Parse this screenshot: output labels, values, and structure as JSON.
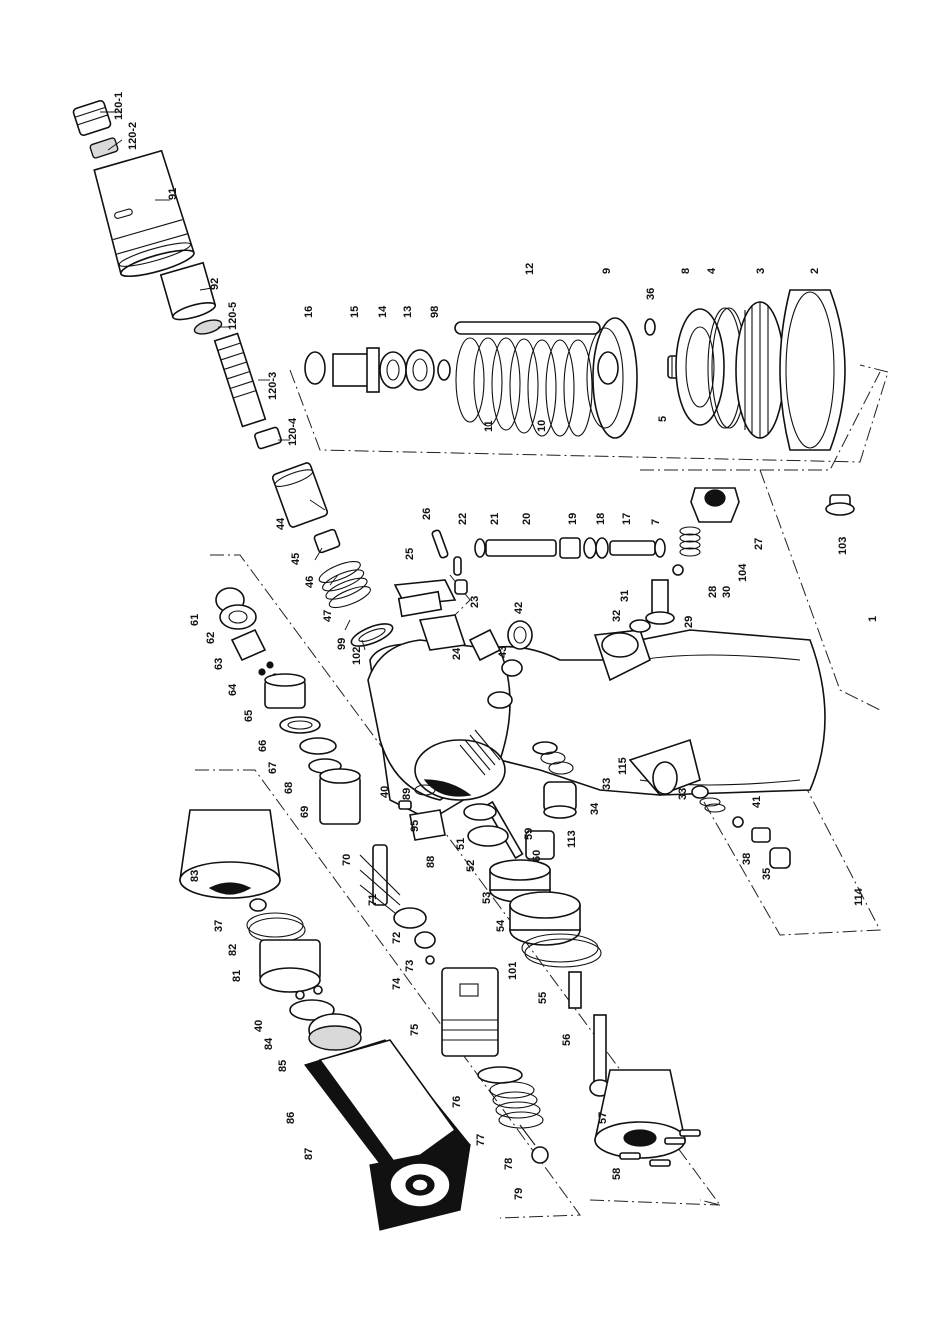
{
  "diagram": {
    "labels": [
      {
        "id": "l1201",
        "text": "120-1"
      },
      {
        "id": "l1202",
        "text": "120-2"
      },
      {
        "id": "l91",
        "text": "91"
      },
      {
        "id": "l92",
        "text": "92"
      },
      {
        "id": "l1205",
        "text": "120-5"
      },
      {
        "id": "l1203",
        "text": "120-3"
      },
      {
        "id": "l1204",
        "text": "120-4"
      },
      {
        "id": "l44",
        "text": "44"
      },
      {
        "id": "l45",
        "text": "45"
      },
      {
        "id": "l46",
        "text": "46"
      },
      {
        "id": "l47",
        "text": "47"
      },
      {
        "id": "l99",
        "text": "99"
      },
      {
        "id": "l102",
        "text": "102"
      },
      {
        "id": "l16",
        "text": "16"
      },
      {
        "id": "l15",
        "text": "15"
      },
      {
        "id": "l14",
        "text": "14"
      },
      {
        "id": "l13",
        "text": "13"
      },
      {
        "id": "l98",
        "text": "98"
      },
      {
        "id": "l12",
        "text": "12"
      },
      {
        "id": "l11",
        "text": "11"
      },
      {
        "id": "l10",
        "text": "10"
      },
      {
        "id": "l9",
        "text": "9"
      },
      {
        "id": "l36",
        "text": "36"
      },
      {
        "id": "l8",
        "text": "8"
      },
      {
        "id": "l4",
        "text": "4"
      },
      {
        "id": "l3",
        "text": "3"
      },
      {
        "id": "l2",
        "text": "2"
      },
      {
        "id": "l5",
        "text": "5"
      },
      {
        "id": "l26",
        "text": "26"
      },
      {
        "id": "l25",
        "text": "25"
      },
      {
        "id": "l22",
        "text": "22"
      },
      {
        "id": "l21",
        "text": "21"
      },
      {
        "id": "l20",
        "text": "20"
      },
      {
        "id": "l19",
        "text": "19"
      },
      {
        "id": "l18",
        "text": "18"
      },
      {
        "id": "l17",
        "text": "17"
      },
      {
        "id": "l7",
        "text": "7"
      },
      {
        "id": "l23",
        "text": "23"
      },
      {
        "id": "l24",
        "text": "24"
      },
      {
        "id": "l42",
        "text": "42"
      },
      {
        "id": "l43",
        "text": "43"
      },
      {
        "id": "l32",
        "text": "32"
      },
      {
        "id": "l31",
        "text": "31"
      },
      {
        "id": "l29",
        "text": "29"
      },
      {
        "id": "l28",
        "text": "28"
      },
      {
        "id": "l30",
        "text": "30"
      },
      {
        "id": "l104",
        "text": "104"
      },
      {
        "id": "l27",
        "text": "27"
      },
      {
        "id": "l103",
        "text": "103"
      },
      {
        "id": "l1",
        "text": "1"
      },
      {
        "id": "l61",
        "text": "61"
      },
      {
        "id": "l62",
        "text": "62"
      },
      {
        "id": "l63",
        "text": "63"
      },
      {
        "id": "l64",
        "text": "64"
      },
      {
        "id": "l65",
        "text": "65"
      },
      {
        "id": "l66",
        "text": "66"
      },
      {
        "id": "l67",
        "text": "67"
      },
      {
        "id": "l68",
        "text": "68"
      },
      {
        "id": "l69",
        "text": "69"
      },
      {
        "id": "l40a",
        "text": "40"
      },
      {
        "id": "l89",
        "text": "89"
      },
      {
        "id": "l95",
        "text": "95"
      },
      {
        "id": "l88",
        "text": "88"
      },
      {
        "id": "l51",
        "text": "51"
      },
      {
        "id": "l52",
        "text": "52"
      },
      {
        "id": "l59",
        "text": "59"
      },
      {
        "id": "l60",
        "text": "60"
      },
      {
        "id": "l113",
        "text": "113"
      },
      {
        "id": "l34",
        "text": "34"
      },
      {
        "id": "l33a",
        "text": "33"
      },
      {
        "id": "l115",
        "text": "115"
      },
      {
        "id": "l33b",
        "text": "33"
      },
      {
        "id": "l41",
        "text": "41"
      },
      {
        "id": "l38",
        "text": "38"
      },
      {
        "id": "l35",
        "text": "35"
      },
      {
        "id": "l114",
        "text": "114"
      },
      {
        "id": "l83",
        "text": "83"
      },
      {
        "id": "l70",
        "text": "70"
      },
      {
        "id": "l71",
        "text": "71"
      },
      {
        "id": "l72",
        "text": "72"
      },
      {
        "id": "l73",
        "text": "73"
      },
      {
        "id": "l74",
        "text": "74"
      },
      {
        "id": "l53",
        "text": "53"
      },
      {
        "id": "l54",
        "text": "54"
      },
      {
        "id": "l101",
        "text": "101"
      },
      {
        "id": "l55",
        "text": "55"
      },
      {
        "id": "l56",
        "text": "56"
      },
      {
        "id": "l37",
        "text": "37"
      },
      {
        "id": "l82",
        "text": "82"
      },
      {
        "id": "l81",
        "text": "81"
      },
      {
        "id": "l40b",
        "text": "40"
      },
      {
        "id": "l84",
        "text": "84"
      },
      {
        "id": "l85",
        "text": "85"
      },
      {
        "id": "l75",
        "text": "75"
      },
      {
        "id": "l76",
        "text": "76"
      },
      {
        "id": "l77",
        "text": "77"
      },
      {
        "id": "l78",
        "text": "78"
      },
      {
        "id": "l79",
        "text": "79"
      },
      {
        "id": "l86",
        "text": "86"
      },
      {
        "id": "l87",
        "text": "87"
      },
      {
        "id": "l57",
        "text": "57"
      },
      {
        "id": "l58",
        "text": "58"
      }
    ]
  }
}
